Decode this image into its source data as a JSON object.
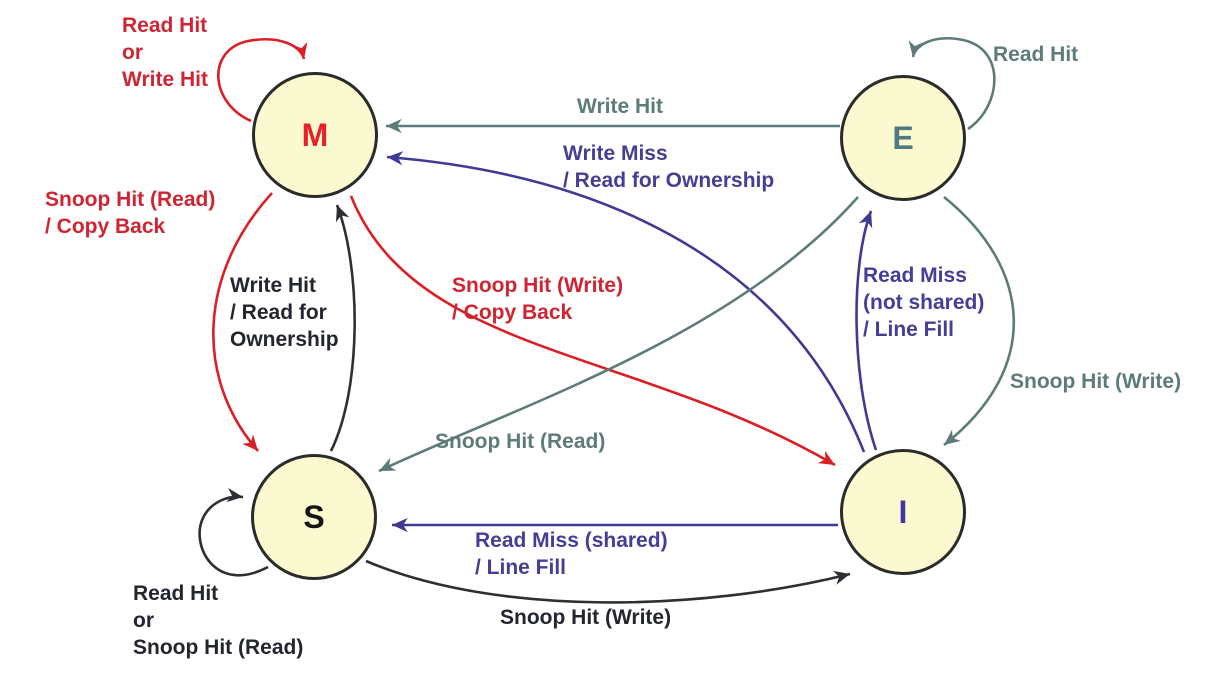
{
  "diagram_type": "state-machine",
  "colors": {
    "background": "#ffffff",
    "node_fill": "#fbf9cf",
    "node_stroke": "#2b2b2b",
    "red": "#db1f26",
    "red_text": "#cf2533",
    "slate": "#5d7b78",
    "purple": "#413a92",
    "purple_text": "#453e95",
    "black": "#2e2e34",
    "black_text": "#23252f",
    "state_m": "#e8202a",
    "state_e": "#4e7a80",
    "state_s": "#141414",
    "state_i": "#4338a0"
  },
  "states": [
    {
      "id": "M",
      "letter": "M"
    },
    {
      "id": "E",
      "letter": "E"
    },
    {
      "id": "S",
      "letter": "S"
    },
    {
      "id": "I",
      "letter": "I"
    }
  ],
  "transitions": [
    {
      "from": "M",
      "to": "M",
      "color": "red",
      "label": "Read Hit\nor\nWrite Hit"
    },
    {
      "from": "M",
      "to": "S",
      "color": "red",
      "label": "Snoop Hit (Read)\n/ Copy Back"
    },
    {
      "from": "E",
      "to": "M",
      "color": "slate",
      "label": "Write Hit"
    },
    {
      "from": "I",
      "to": "M",
      "color": "purple",
      "label": "Write Miss\n/ Read for Ownership"
    },
    {
      "from": "E",
      "to": "E",
      "color": "slate",
      "label": "Read Hit"
    },
    {
      "from": "S",
      "to": "M",
      "color": "black",
      "label": "Write Hit\n/ Read for\nOwnership"
    },
    {
      "from": "M",
      "to": "I",
      "color": "red",
      "label": "Snoop Hit (Write)\n/ Copy Back"
    },
    {
      "from": "E",
      "to": "S",
      "color": "slate",
      "label": "Snoop Hit (Read)"
    },
    {
      "from": "I",
      "to": "E",
      "color": "purple",
      "label": "Read Miss\n(not shared)\n/ Line Fill"
    },
    {
      "from": "E",
      "to": "I",
      "color": "slate",
      "label": "Snoop Hit (Write)"
    },
    {
      "from": "S",
      "to": "S",
      "color": "black",
      "label": "Read Hit\nor\nSnoop Hit (Read)"
    },
    {
      "from": "I",
      "to": "S",
      "color": "purple",
      "label": "Read Miss (shared)\n/ Line Fill"
    },
    {
      "from": "S",
      "to": "I",
      "color": "black",
      "label": "Snoop Hit (Write)"
    }
  ]
}
